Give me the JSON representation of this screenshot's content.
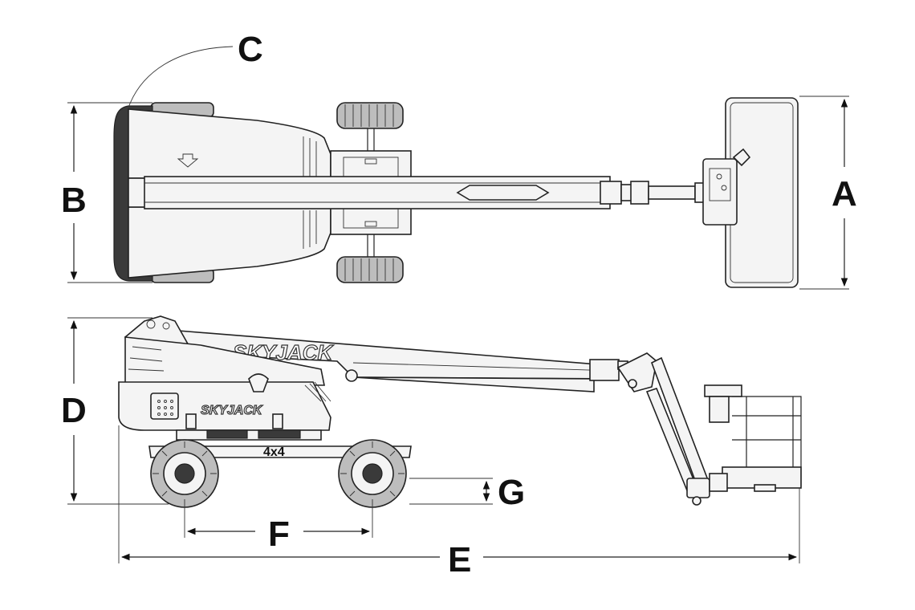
{
  "dimensions": {
    "a": "A",
    "b": "B",
    "c": "C",
    "d": "D",
    "e": "E",
    "f": "F",
    "g": "G"
  },
  "machine": {
    "brand_top": "SKYJACK",
    "brand_side": "SKYJACK",
    "drive_label": "4x4"
  },
  "colors": {
    "line": "#222222",
    "body_fill": "#f4f4f4",
    "tire_fill": "#bdbdbd",
    "dark_fill": "#3a3a3a"
  }
}
